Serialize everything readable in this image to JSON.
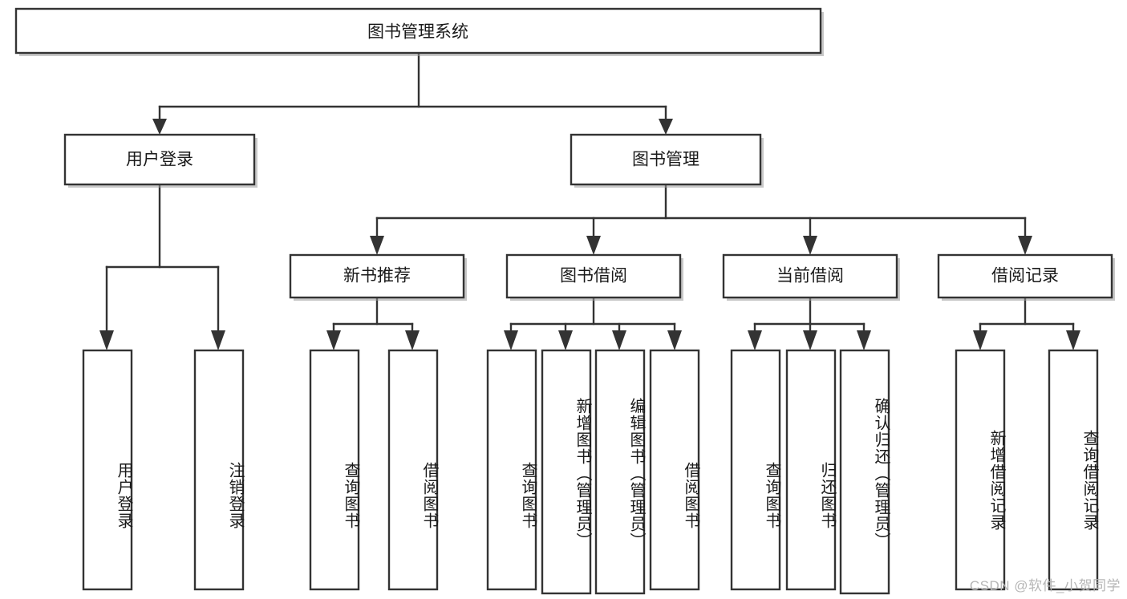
{
  "diagram": {
    "type": "tree-hierarchy",
    "title": "图书管理系统",
    "watermark": "CSDN @软件_小贺同学",
    "root": {
      "id": "root",
      "label": "图书管理系统"
    },
    "level2": [
      {
        "id": "user-login",
        "label": "用户登录"
      },
      {
        "id": "book-management",
        "label": "图书管理"
      }
    ],
    "level3": [
      {
        "id": "new-book-recommend",
        "label": "新书推荐",
        "parent": "book-management"
      },
      {
        "id": "book-borrow",
        "label": "图书借阅",
        "parent": "book-management"
      },
      {
        "id": "current-borrow",
        "label": "当前借阅",
        "parent": "book-management"
      },
      {
        "id": "borrow-record",
        "label": "借阅记录",
        "parent": "book-management"
      }
    ],
    "leaves": [
      {
        "id": "leaf-user-login",
        "label": "用户登录",
        "parent": "user-login"
      },
      {
        "id": "leaf-logout-login",
        "label": "注销登录",
        "parent": "user-login"
      },
      {
        "id": "leaf-query-book-1",
        "label": "查询图书",
        "parent": "new-book-recommend"
      },
      {
        "id": "leaf-borrow-book-1",
        "label": "借阅图书",
        "parent": "new-book-recommend"
      },
      {
        "id": "leaf-query-book-2",
        "label": "查询图书",
        "parent": "book-borrow"
      },
      {
        "id": "leaf-add-book",
        "label": "新增图书（管理员）",
        "parent": "book-borrow"
      },
      {
        "id": "leaf-edit-book",
        "label": "编辑图书（管理员）",
        "parent": "book-borrow"
      },
      {
        "id": "leaf-borrow-book-2",
        "label": "借阅图书",
        "parent": "book-borrow"
      },
      {
        "id": "leaf-query-book-3",
        "label": "查询图书",
        "parent": "current-borrow"
      },
      {
        "id": "leaf-return-book",
        "label": "归还图书",
        "parent": "current-borrow"
      },
      {
        "id": "leaf-confirm-return",
        "label": "确认归还（管理员）",
        "parent": "current-borrow"
      },
      {
        "id": "leaf-add-record",
        "label": "新增借阅记录",
        "parent": "borrow-record"
      },
      {
        "id": "leaf-query-record",
        "label": "查询借阅记录",
        "parent": "borrow-record"
      }
    ],
    "colors": {
      "box_stroke": "#333333",
      "box_fill": "#ffffff",
      "text": "#1a1a1a",
      "connector": "#333333",
      "watermark": "#b6b6b6",
      "background": "#ffffff"
    }
  }
}
